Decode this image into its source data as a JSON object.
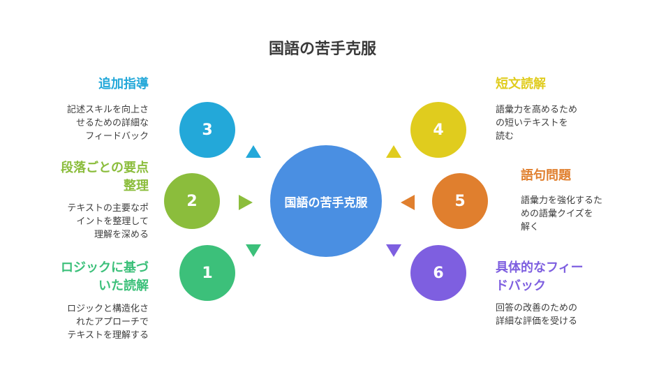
{
  "title": "国語の苦手克服",
  "center_label": "国語の苦手克服",
  "colors": {
    "center": "#4a8fe2",
    "item1": "#3cc07a",
    "item2": "#8bbd3c",
    "item3": "#23a8d9",
    "item4": "#e0cc1e",
    "item5": "#e07f2e",
    "item6": "#7e5fe0"
  },
  "items": [
    {
      "number": "1",
      "heading": "ロジックに基づ\nいた読解",
      "description": "ロジックと構造化さ\nれたアプローチで\nテキストを理解する"
    },
    {
      "number": "2",
      "heading": "段落ごとの要点\n整理",
      "description": "テキストの主要なポ\nイントを整理して\n理解を深める"
    },
    {
      "number": "3",
      "heading": "追加指導",
      "description": "記述スキルを向上さ\nせるための詳細な\nフィードバック"
    },
    {
      "number": "4",
      "heading": "短文読解",
      "description": "語彙力を高めるため\nの短いテキストを\n読む"
    },
    {
      "number": "5",
      "heading": "語句問題",
      "description": "語彙力を強化するた\nめの語彙クイズを\n解く"
    },
    {
      "number": "6",
      "heading": "具体的なフィー\nドバック",
      "description": "回答の改善のための\n詳細な評価を受ける"
    }
  ]
}
